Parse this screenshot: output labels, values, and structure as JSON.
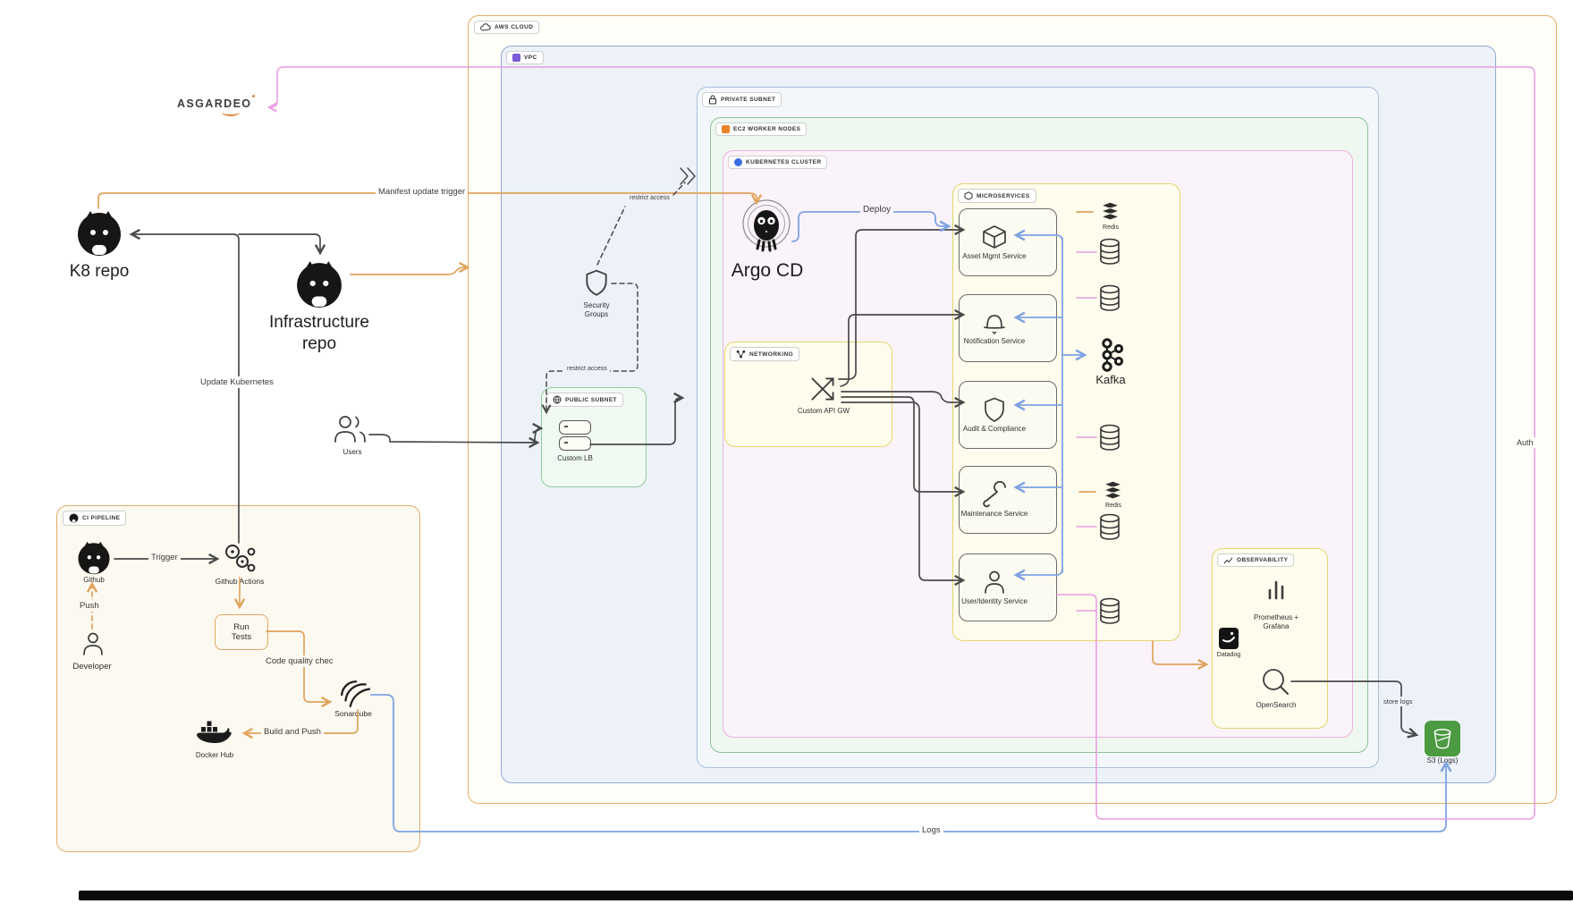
{
  "containers": {
    "aws_cloud": {
      "label": "AWS CLOUD"
    },
    "vpc": {
      "label": "VPC"
    },
    "private_subnet": {
      "label": "PRIVATE SUBNET"
    },
    "ec2_worker_nodes": {
      "label": "EC2 WORKER NODES"
    },
    "kubernetes_cluster": {
      "label": "KUBERNETES CLUSTER"
    },
    "microservices": {
      "label": "MICROSERVICES"
    },
    "networking": {
      "label": "NETWORKING"
    },
    "public_subnet": {
      "label": "PUBLIC SUBNET"
    },
    "observability": {
      "label": "OBSERVABILITY"
    },
    "ci_pipeline": {
      "label": "CI PIPELINE"
    }
  },
  "nodes": {
    "asgardeo": "ASGARDEO",
    "k8_repo": "K8 repo",
    "infrastructure_repo": "Infrastructure repo",
    "argo_cd": "Argo CD",
    "users": "Users",
    "security_groups": "Security Groups",
    "custom_lb": "Custom LB",
    "custom_api_gw": "Custom API GW",
    "asset_mgmt": "Asset Mgmt Service",
    "notification": "Notification Service",
    "audit": "Audit & Compliance",
    "maintenance": "Maintenance Service",
    "user_identity": "User/Identity Service",
    "redis_top": "Redis",
    "redis_mid": "Redis",
    "kafka": "Kafka",
    "prometheus_grafana": "Prometheus + Grafana",
    "datadog": "Datadog",
    "opensearch": "OpenSearch",
    "s3_logs": "S3 (Logs)",
    "github": "Github",
    "github_actions": "Github Actions",
    "developer": "Developer",
    "run_tests": "Run Tests",
    "sonarqube": "Sonarqube",
    "docker_hub": "Docker Hub"
  },
  "edge_labels": {
    "manifest_update_trigger": "Manifest update trigger",
    "update_kubernetes": "Update Kubernetes",
    "deploy": "Deploy",
    "trigger": "Trigger",
    "push": "Push",
    "code_quality_check": "Code quality chec",
    "build_and_push": "Build and Push",
    "restrict_access_top": "restrict access",
    "restrict_access_mid": "restrict access",
    "store_logs": "store logs",
    "auth": "Auth",
    "logs": "Logs"
  },
  "colors": {
    "aws_border": "#E5AC66",
    "vpc_border": "#91A9CF",
    "ec2_border": "#8CC295",
    "k8s_border": "#E9B2E3",
    "yellow_border": "#E4D76F",
    "line_dark": "#4A4A4A",
    "line_orange": "#DFA35C",
    "line_blue": "#7FA3E2",
    "line_magenta": "#E79CE1",
    "s3_green": "#4C9A41",
    "asgardeo_orange": "#E8883C"
  }
}
